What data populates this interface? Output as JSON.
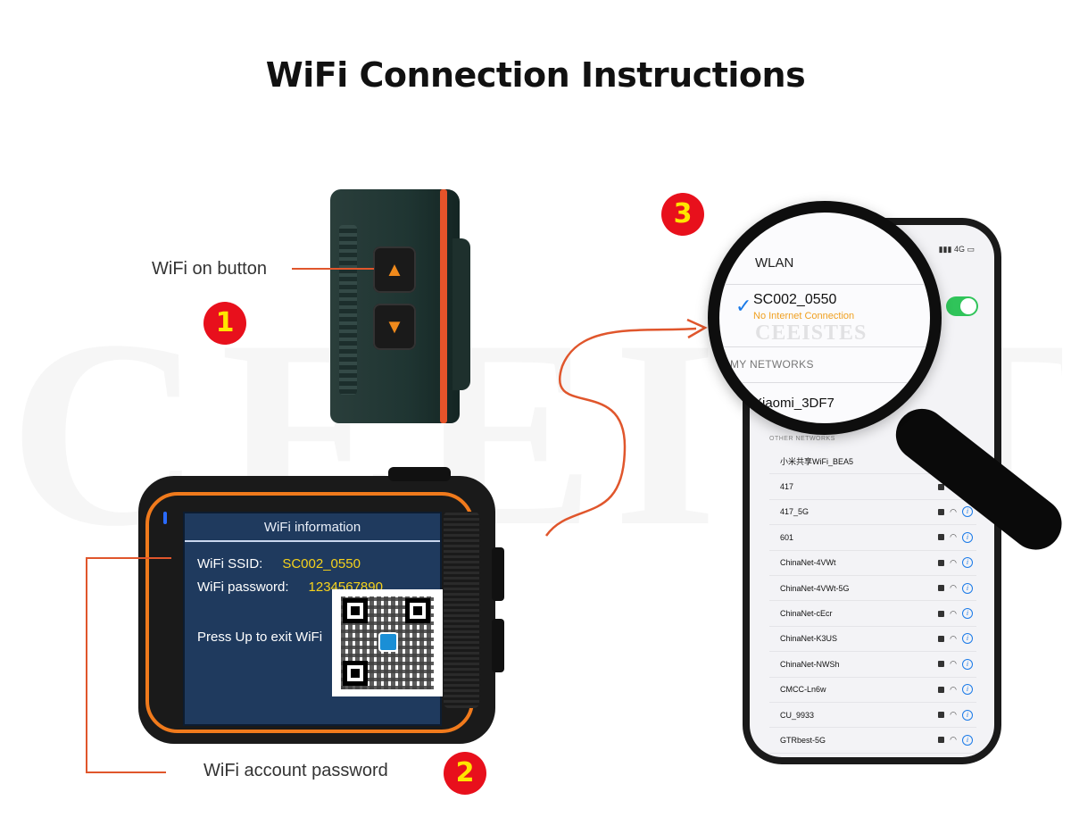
{
  "title": "WiFi Connection Instructions",
  "watermark_text": "CEEISTES",
  "steps": {
    "one": "1",
    "two": "2",
    "three": "3"
  },
  "labels": {
    "wifi_on_button": "WiFi on button",
    "wifi_account_password": "WiFi account password"
  },
  "camera_screen": {
    "heading": "WiFi information",
    "ssid_label": "WiFi SSID:",
    "ssid_value": "SC002_0550",
    "password_label": "WiFi password:",
    "password_value": "1234567890",
    "exit_hint": "Press Up to exit WiFi"
  },
  "phone": {
    "status": "4G",
    "section_other": "OTHER NETWORKS",
    "networks": [
      "小米共享WiFi_BEA5",
      "417",
      "417_5G",
      "601",
      "ChinaNet-4VWt",
      "ChinaNet-4VWt-5G",
      "ChinaNet-cEcr",
      "ChinaNet-K3US",
      "ChinaNet-NWSh",
      "CMCC-Ln6w",
      "CU_9933",
      "GTRbest-5G"
    ]
  },
  "magnifier": {
    "header": "WLAN",
    "connected_ssid": "SC002_0550",
    "connected_status": "No Internet Connection",
    "my_networks": "MY NETWORKS",
    "known_network": "Xiaomi_3DF7",
    "watermark": "CEEISTES"
  },
  "colors": {
    "badge_red": "#e8101c",
    "badge_text": "#ffe600",
    "accent_orange": "#e0562c",
    "toggle_green": "#30c45a",
    "link_blue": "#1a7ae8"
  }
}
